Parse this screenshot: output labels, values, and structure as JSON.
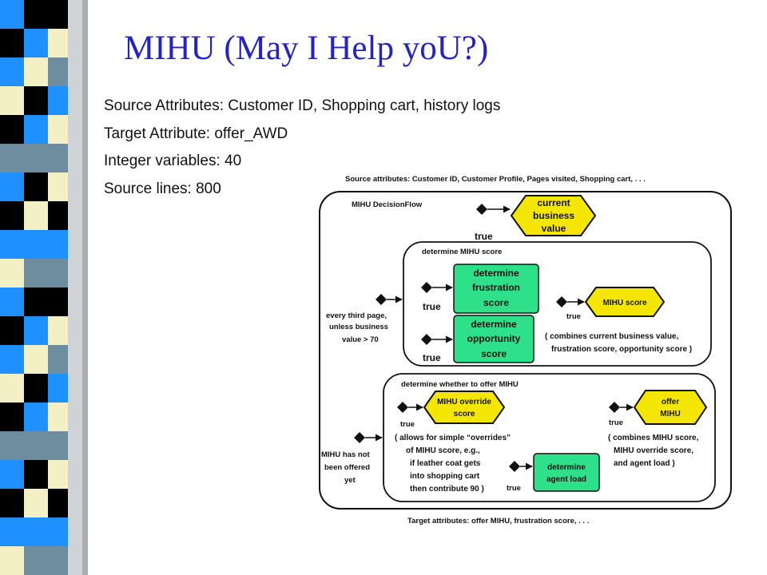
{
  "slide": {
    "title": "MIHU (May I Help yoU?)",
    "bullets": [
      "Source Attributes: Customer ID, Shopping cart, history logs",
      "Target Attribute: offer_AWD",
      "Integer variables: 40",
      "Source lines: 800"
    ]
  },
  "colors": {
    "title": "#2323c8",
    "goal_fill": "#f5e600",
    "module_fill": "#2ee08a",
    "stripe_blue": "#1e90ff",
    "stripe_black": "#000000",
    "stripe_cream": "#f2f0c4",
    "stripe_gray": "#6e8ea0"
  },
  "diagram": {
    "source_attributes": "Source attributes: Customer ID, Customer Profile, Pages visited, Shopping cart, . . .",
    "target_attributes": "Target attributes: offer MIHU, frustration score, . . .",
    "flow_title": "MIHU DecisionFlow",
    "current_business_value": [
      "current",
      "business",
      "value"
    ],
    "true_label": "true",
    "determine_mihu_score_title": "determine MIHU score",
    "determine_frustration_score": [
      "determine",
      "frustration",
      "score"
    ],
    "determine_opportunity_score": [
      "determine",
      "opportunity",
      "score"
    ],
    "mihu_score": "MIHU score",
    "mihu_score_note": [
      "( combines current business value,",
      "frustration score,  opportunity score )"
    ],
    "every_third_page": [
      "every third page,",
      "unless  business",
      "value > 70"
    ],
    "determine_whether_title": "determine whether to offer MIHU",
    "mihu_override_score": [
      "MIHU override",
      "score"
    ],
    "override_note": [
      "( allows for simple “overrides”",
      "of MIHU score, e.g.,",
      "if leather coat gets",
      "into shopping cart",
      "then contribute 90 )"
    ],
    "offer_mihu": [
      "offer",
      "MIHU"
    ],
    "offer_note": [
      "( combines MIHU score,",
      "MIHU override score,",
      "and agent load )"
    ],
    "determine_agent_load": [
      "determine",
      "agent load"
    ],
    "mihu_not_offered": [
      "MIHU has not",
      "been offered",
      "yet"
    ]
  }
}
